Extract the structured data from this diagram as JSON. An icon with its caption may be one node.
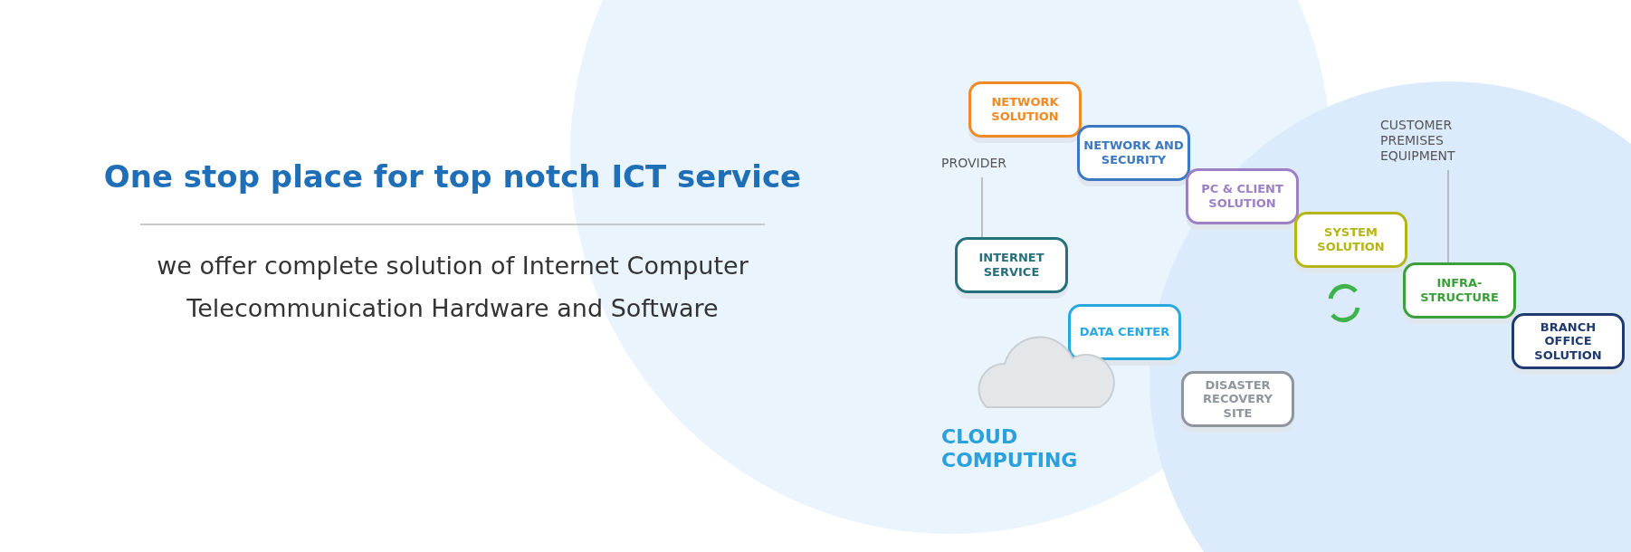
{
  "diagram": {
    "title": "One stop place for top notch ICT service",
    "nodes": [
      {
        "text": [
          "NETWORK SOLUTION"
        ]
      },
      {
        "text": [
          "NETWORK AND SECURITY"
        ]
      },
      {
        "text": [
          "PROVIDER"
        ]
      },
      {
        "text": [
          "PC & CLIENT SOLUTION"
        ]
      },
      {
        "text": [
          "CUSTOMER PREMISES EQUIPMENT"
        ]
      },
      {
        "text": [
          "SYSTEM SOLUTION"
        ]
      },
      {
        "text": [
          "INTERNET SERVICE"
        ]
      },
      {
        "text": [
          "INFRA-STRUCTURE"
        ]
      },
      {
        "text": [
          "DATA CENTER"
        ]
      },
      {
        "text": [
          "BRANCH OFFICE SOLUTION"
        ]
      },
      {
        "text": [
          "DISASTER RECOVERY SITE"
        ]
      }
    ],
    "edges": [
      {
        "from": 2,
        "to": 6,
        "arrow": "none"
      },
      {
        "from": 4,
        "to": 7,
        "arrow": "none"
      }
    ],
    "labels": [
      "we offer complete solution of Internet Computer Telecommunication Hardware and Software",
      "CLOUD COMPUTING"
    ]
  }
}
